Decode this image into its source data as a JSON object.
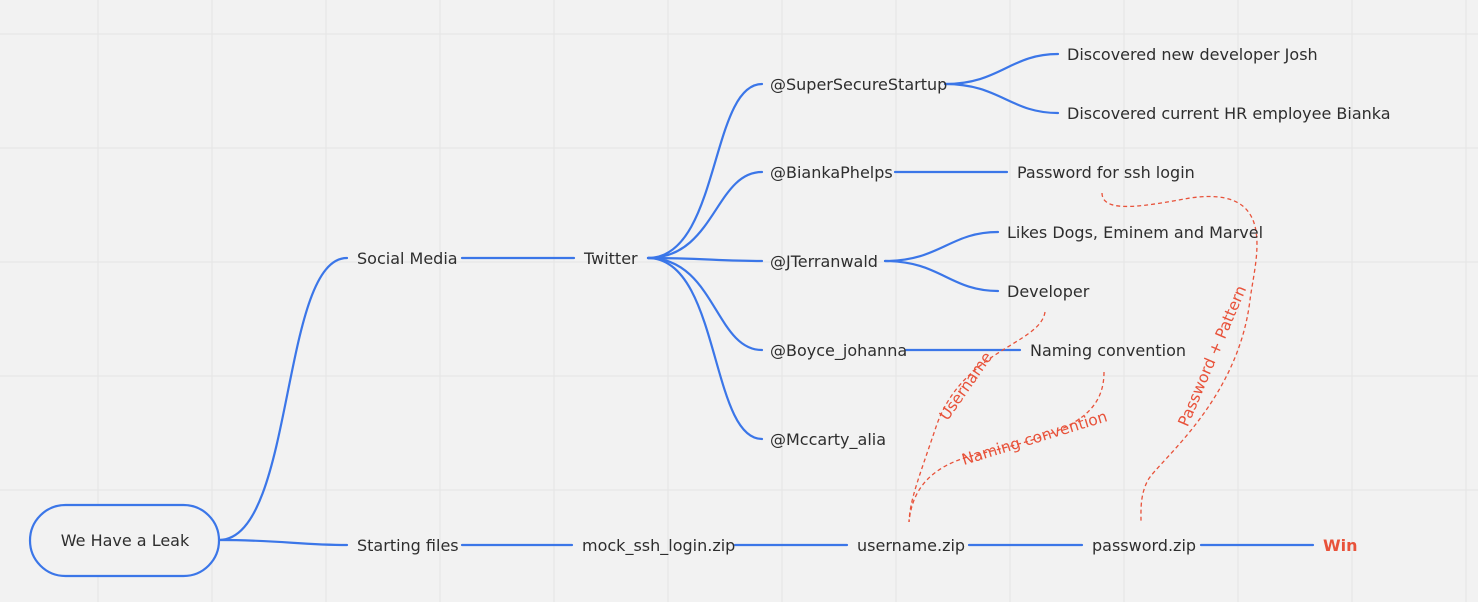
{
  "root": {
    "label": "We Have a Leak"
  },
  "nodes": {
    "social_media": "Social Media",
    "twitter": "Twitter",
    "supersecure": "@SuperSecureStartup",
    "josh": "Discovered new developer Josh",
    "bianka_hr": "Discovered current HR employee Bianka",
    "biankaphelps": "@BiankaPhelps",
    "password_ssh": "Password for ssh login",
    "jterranwald": "@JTerranwald",
    "likes": "Likes Dogs, Eminem and Marvel",
    "developer": "Developer",
    "boyce": "@Boyce_johanna",
    "naming_conv": "Naming convention",
    "mccarty": "@Mccarty_alia",
    "starting_files": "Starting files",
    "mock_zip": "mock_ssh_login.zip",
    "username_zip": "username.zip",
    "password_zip": "password.zip",
    "win": "Win"
  },
  "annotations": {
    "username": "Username",
    "naming": "Naming convention",
    "password_pattern": "Password + Pattern"
  },
  "colors": {
    "connector": "#3b76e8",
    "annotation": "#e8523a",
    "grid": "#e4e4e4",
    "background": "#f2f2f2",
    "text": "#2e2e2e"
  }
}
